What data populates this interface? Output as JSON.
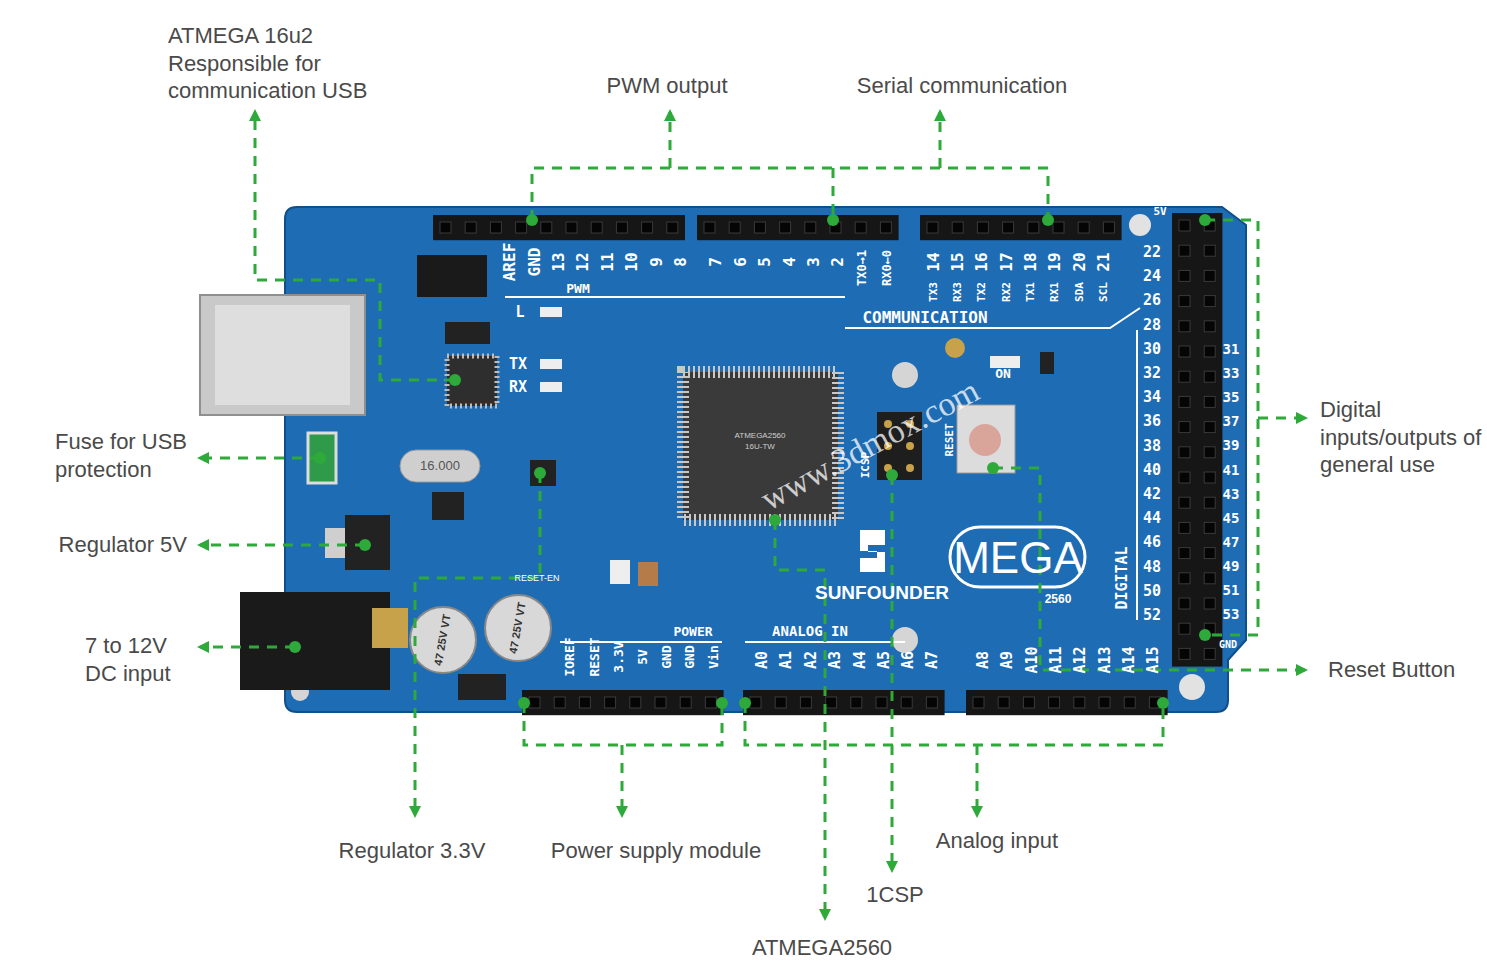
{
  "diagram": {
    "labels": [
      "ATMEGA 16u2 Responsible for communication USB",
      "PWM output",
      "Serial communication",
      "Fuse for USB protection",
      "Regulator 5V",
      "7 to 12V DC input",
      "Regulator 3.3V",
      "Power supply module",
      "ATMEGA2560",
      "1CSP",
      "Analog input",
      "Reset Button",
      "Digital inputs/outputs of general use",
      "AREF",
      "GND",
      "13",
      "12",
      "11",
      "10",
      "9",
      "8",
      "7",
      "6",
      "5",
      "4",
      "3",
      "2",
      "TX0→1",
      "RX0←0",
      "14",
      "15",
      "16",
      "17",
      "18",
      "19",
      "20",
      "21",
      "TX3",
      "RX3",
      "TX2",
      "RX2",
      "TX1",
      "RX1",
      "SDA",
      "SCL",
      "22",
      "24",
      "26",
      "28",
      "30",
      "32",
      "34",
      "36",
      "38",
      "40",
      "42",
      "44",
      "46",
      "48",
      "50",
      "52",
      "31",
      "33",
      "35",
      "37",
      "39",
      "41",
      "43",
      "45",
      "47",
      "49",
      "51",
      "53",
      "5V",
      "GND",
      "DIGITAL",
      "PWM",
      "COMMUNICATION",
      "L",
      "TX",
      "RX",
      "ON",
      "ICSP",
      "RESET",
      "SUNFOUNDER",
      "MEGA",
      "2560",
      "POWER",
      "IOREF",
      "RESET",
      "3.3V",
      "5V",
      "GND",
      "GND",
      "Vin",
      "ANALOG IN",
      "A0",
      "A1",
      "A2",
      "A3",
      "A4",
      "A5",
      "A6",
      "A7",
      "A8",
      "A9",
      "A10",
      "A11",
      "A12",
      "A13",
      "A14",
      "A15",
      "ATMEGA2560",
      "16U-TW",
      "16.000",
      "47 25V VT",
      "47 25V VT",
      "RESET-EN",
      "www.3dmox.com"
    ]
  }
}
